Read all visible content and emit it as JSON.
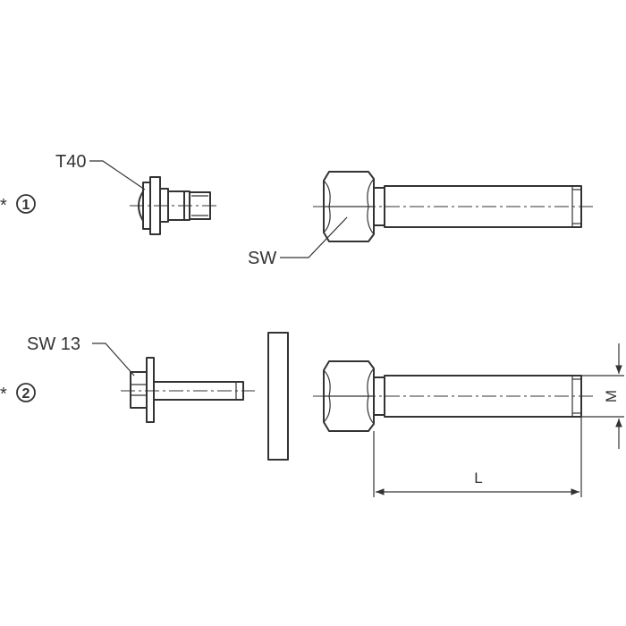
{
  "variant_1": {
    "marker": "*",
    "number": "1",
    "torx_label": "T40",
    "hex_label": "SW"
  },
  "variant_2": {
    "marker": "*",
    "number": "2",
    "hex_label": "SW 13"
  },
  "dimensions": {
    "length_label": "L",
    "thread_label": "M"
  }
}
